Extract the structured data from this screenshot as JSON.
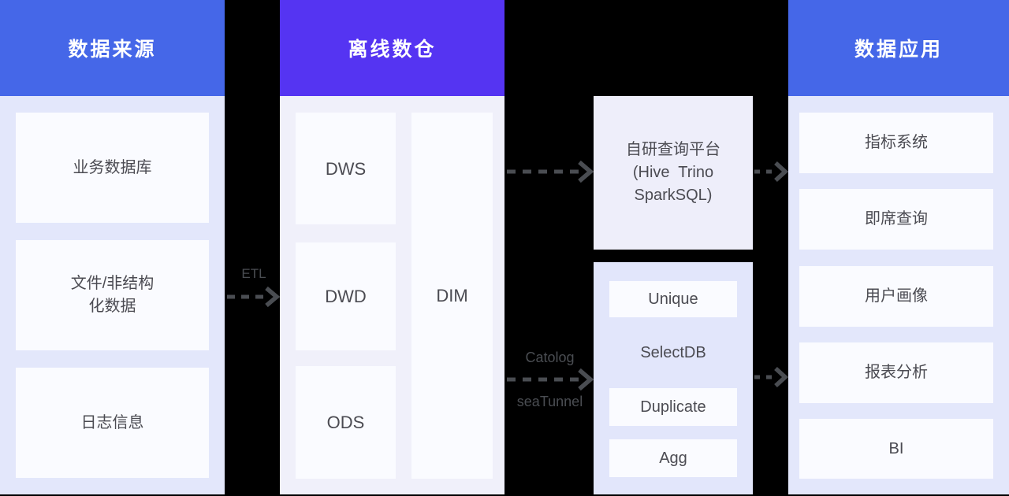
{
  "colors": {
    "background": "#000000",
    "header_blue": "#4567E8",
    "header_purple": "#5534F2",
    "panel_light": "#E3E7FB",
    "panel_lighter": "#F0F0FA",
    "query_panel": "#EEEEFA",
    "selectdb_panel": "#E2E6FB",
    "card_white": "#FAFBFF",
    "text_dark": "#4B4B52",
    "arrow_gray": "#4A4D52",
    "header_text": "#FFFFFF"
  },
  "columns": {
    "sources": {
      "title": "数据来源",
      "items": [
        "业务数据库",
        "文件/非结构\n化数据",
        "日志信息"
      ]
    },
    "warehouse": {
      "title": "离线数仓",
      "layers": [
        "DWS",
        "DWD",
        "ODS"
      ],
      "dim_label": "DIM"
    },
    "applications": {
      "title": "数据应用",
      "items": [
        "指标系统",
        "即席查询",
        "用户画像",
        "报表分析",
        "BI"
      ]
    }
  },
  "middle": {
    "query_platform_text": "自研查询平台\n(Hive  Trino\nSparkSQL)",
    "selectdb": {
      "title": "SelectDB",
      "models": [
        "Unique",
        "Duplicate",
        "Agg"
      ]
    }
  },
  "flow_labels": {
    "etl": "ETL",
    "catalog": "Catolog",
    "seatunnel": "seaTunnel"
  }
}
